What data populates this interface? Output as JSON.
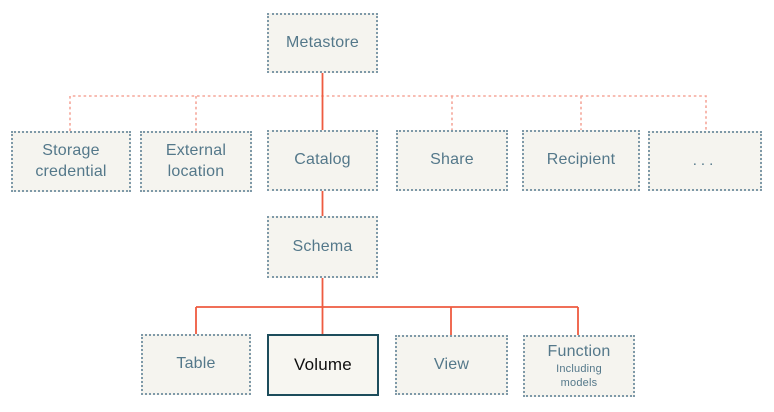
{
  "diagram": {
    "description": "Metastore object hierarchy diagram",
    "nodes": {
      "metastore": {
        "label": "Metastore"
      },
      "storage_credential": {
        "label": "Storage credential"
      },
      "external_location": {
        "label": "External location"
      },
      "catalog": {
        "label": "Catalog"
      },
      "share": {
        "label": "Share"
      },
      "recipient": {
        "label": "Recipient"
      },
      "ellipsis": {
        "label": "..."
      },
      "schema": {
        "label": "Schema"
      },
      "table": {
        "label": "Table"
      },
      "volume": {
        "label": "Volume"
      },
      "view": {
        "label": "View"
      },
      "function": {
        "label": "Function",
        "sublabel": "Including models"
      }
    },
    "colors": {
      "background": "#FFFFFF",
      "box_fill": "#F5F4EF",
      "box_border_dotted": "#7E99A8",
      "label_text": "#54788A",
      "highlight_border": "#1D4D5C",
      "highlight_text": "#0F0F0F",
      "solid_connector": "#EE5B40",
      "dashed_connector": "#F5A79A"
    }
  }
}
